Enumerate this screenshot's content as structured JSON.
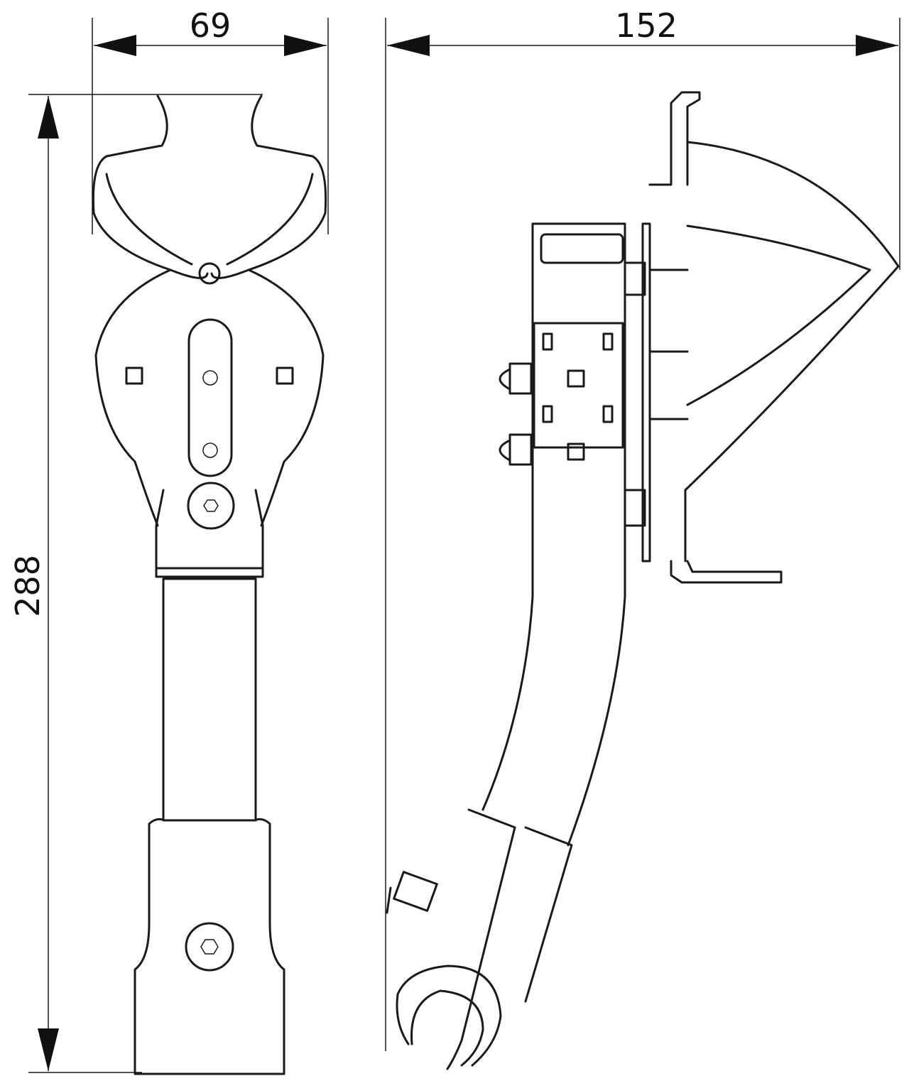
{
  "dimensions": {
    "front_width": "69",
    "side_width": "152",
    "height": "288"
  },
  "colors": {
    "line": "#1a1a1a",
    "background": "#ffffff"
  }
}
